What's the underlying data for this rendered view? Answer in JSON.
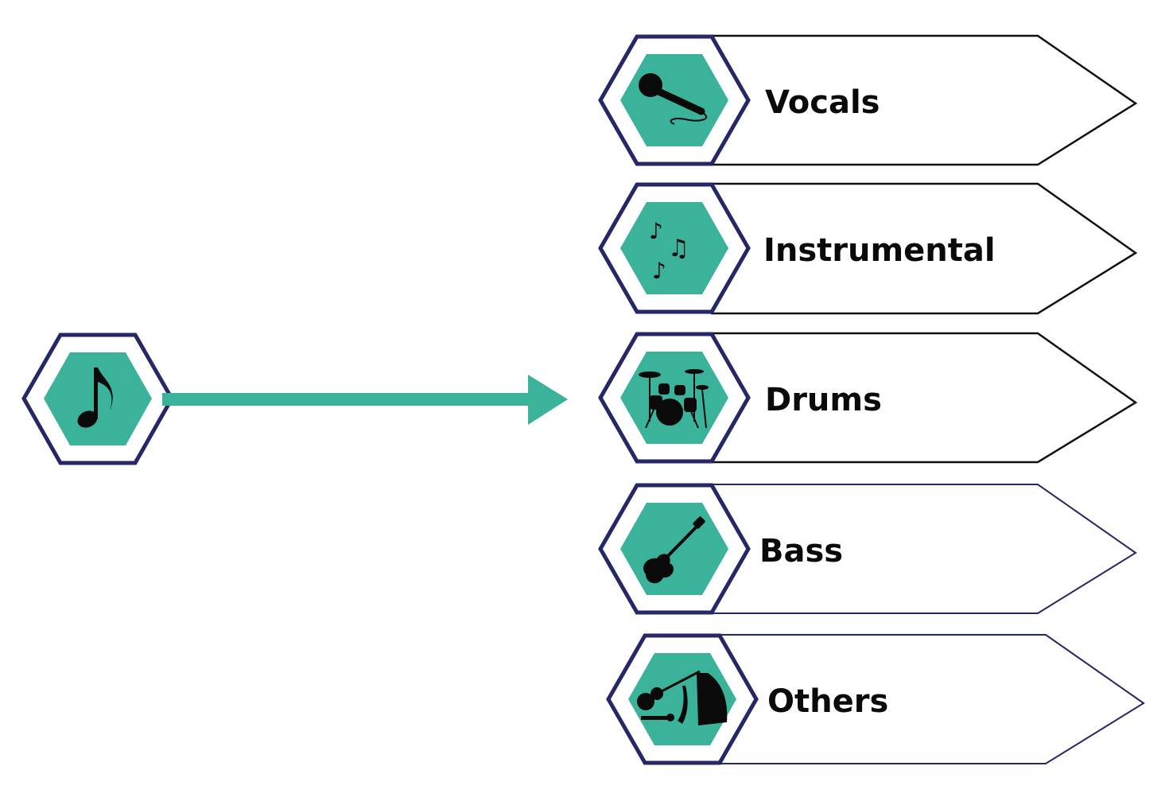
{
  "colors": {
    "hex_border": "#262766",
    "hex_fill": "#3bb39a",
    "arrow": "#3bb39a",
    "label_text": "#0a0a0a",
    "pentagon_stroke_dark": "#111111",
    "pentagon_stroke_navy": "#262766"
  },
  "source": {
    "icon": "music-note-icon",
    "glyph": "♪"
  },
  "categories": [
    {
      "label": "Vocals",
      "icon": "microphone-icon"
    },
    {
      "label": "Instrumental",
      "icon": "music-notes-icon"
    },
    {
      "label": "Drums",
      "icon": "drum-kit-icon"
    },
    {
      "label": "Bass",
      "icon": "bass-guitar-icon"
    },
    {
      "label": "Others",
      "icon": "instruments-icon"
    }
  ]
}
